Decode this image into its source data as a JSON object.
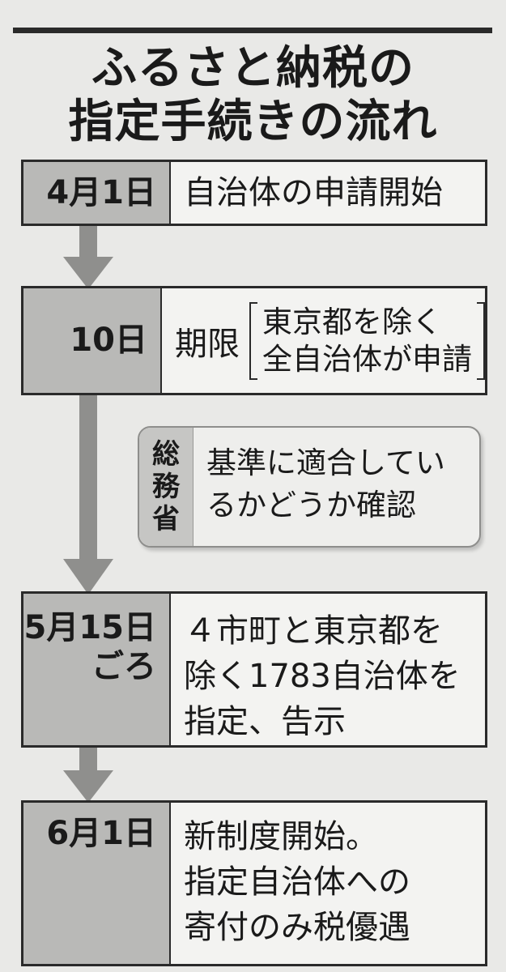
{
  "title": {
    "line1": "ふるさと納税の",
    "line2": "指定手続きの流れ"
  },
  "steps": [
    {
      "date": "4月1日",
      "text": "自治体の申請開始"
    },
    {
      "date": "10日",
      "text": "期限",
      "note": [
        "東京都を除く",
        "全自治体が申請"
      ]
    },
    {
      "date": [
        "5月15日",
        "ごろ"
      ],
      "text": [
        "４市町と東京都を",
        "除く1783自治体を",
        "指定、告示"
      ]
    },
    {
      "date": "6月1日",
      "text": [
        "新制度開始。",
        "指定自治体への",
        "寄付のみ税優遇"
      ]
    }
  ],
  "ministry": {
    "label": [
      "総",
      "務",
      "省"
    ],
    "text": [
      "基準に適合してい",
      "るかどうか確認"
    ]
  },
  "colors": {
    "background": "#e9e9e7",
    "date_cell": "#b9b9b7",
    "arrow": "#8f8f8d",
    "border": "#2a2a2a"
  }
}
